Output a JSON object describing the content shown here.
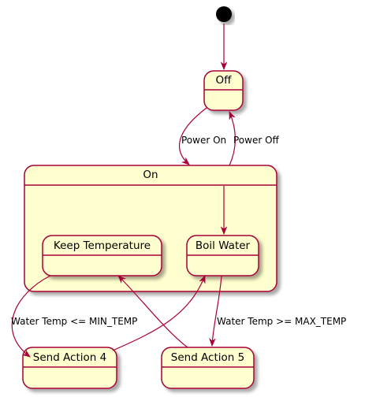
{
  "diagram": {
    "states": {
      "off": "Off",
      "on": "On",
      "keep_temperature": "Keep Temperature",
      "boil_water": "Boil Water",
      "send_action_4": "Send Action 4",
      "send_action_5": "Send Action 5"
    },
    "transitions": {
      "power_on": "Power On",
      "power_off": "Power Off",
      "min_temp": "Water Temp <= MIN_TEMP",
      "max_temp": "Water Temp >= MAX_TEMP"
    },
    "colors": {
      "state_fill": "#FEFECE",
      "state_border": "#A80036",
      "initial_node": "#000000",
      "shadow": "#C8C8C8"
    }
  }
}
